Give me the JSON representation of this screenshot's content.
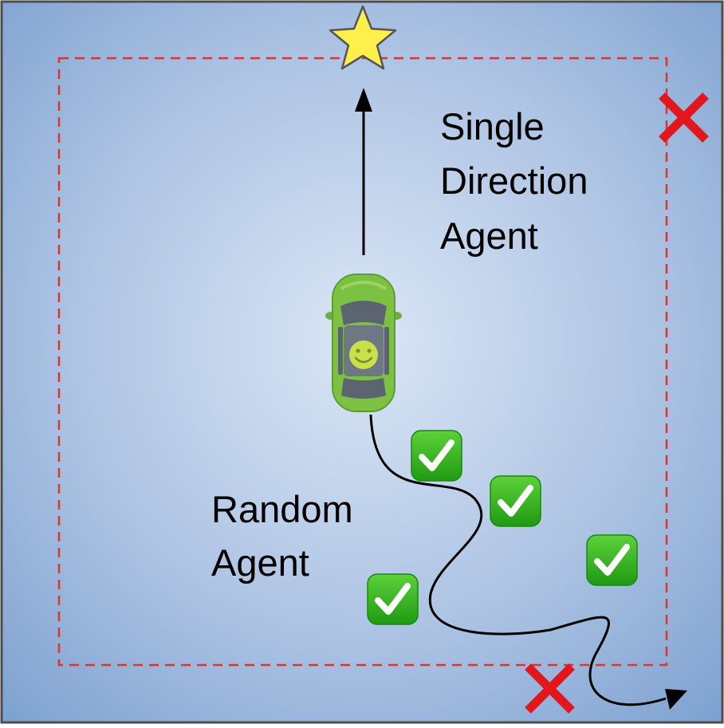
{
  "labels": {
    "single_direction_agent": [
      "Single",
      "Direction",
      "Agent"
    ],
    "random_agent": [
      "Random",
      "Agent"
    ]
  },
  "icons": {
    "goal": "star-icon",
    "car": "car-icon",
    "face": "smiley-face-icon",
    "success": "check-mark-icon",
    "failure": "red-cross-icon"
  },
  "colors": {
    "background_center": "#d8e4f4",
    "background_edge": "#7ea2d0",
    "boundary_dashed": "#e0332e",
    "star_fill": "#ffef4a",
    "car_body": "#7dc142",
    "check_box": "#2fae19",
    "cross": "#e4161b",
    "arrow": "#000000"
  }
}
